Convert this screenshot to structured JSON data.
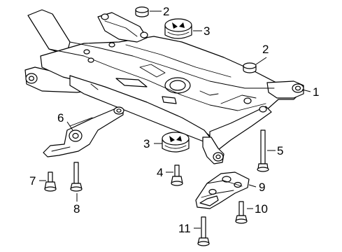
{
  "callouts": [
    {
      "id": "callout-1",
      "text": "1"
    },
    {
      "id": "callout-2a",
      "text": "2"
    },
    {
      "id": "callout-2b",
      "text": "2"
    },
    {
      "id": "callout-3a",
      "text": "3"
    },
    {
      "id": "callout-3b",
      "text": "3"
    },
    {
      "id": "callout-4",
      "text": "4"
    },
    {
      "id": "callout-5",
      "text": "5"
    },
    {
      "id": "callout-6",
      "text": "6"
    },
    {
      "id": "callout-7",
      "text": "7"
    },
    {
      "id": "callout-8",
      "text": "8"
    },
    {
      "id": "callout-9",
      "text": "9"
    },
    {
      "id": "callout-10",
      "text": "10"
    },
    {
      "id": "callout-11",
      "text": "11"
    }
  ]
}
